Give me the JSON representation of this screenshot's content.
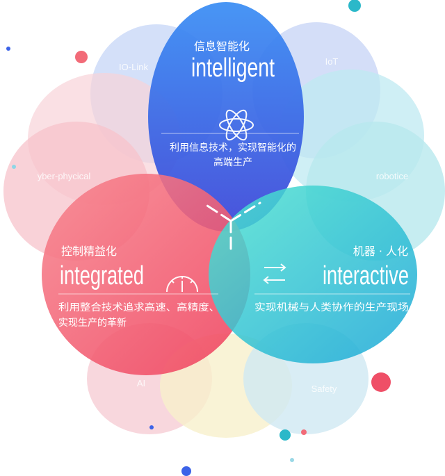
{
  "colors": {
    "intelligent": "#3d5ff0",
    "integrated": "#f35a6e",
    "interactive": "#27c6c8",
    "accent_red": "#f26b78",
    "accent_teal": "#2bb8c9",
    "accent_blue": "#3c63e8"
  },
  "petals": [
    {
      "label": "IO-Link",
      "name": "petal-io-link"
    },
    {
      "label": "IoT",
      "name": "petal-iot"
    },
    {
      "label": "yber-phycical",
      "name": "petal-cyber-physical"
    },
    {
      "label": "robotice",
      "name": "petal-robotics"
    },
    {
      "label": "AI",
      "name": "petal-ai"
    },
    {
      "label": "Safety",
      "name": "petal-safety"
    }
  ],
  "circles": {
    "intelligent": {
      "title_cn": "信息智能化",
      "title_en": "intelligent",
      "desc_line1": "利用信息技术，实现智能化的",
      "desc_line2": "高端生产",
      "icon": "atom-icon"
    },
    "integrated": {
      "title_cn": "控制精益化",
      "title_en": "integrated",
      "desc_line1": "利用整合技术追求高速、高精度、",
      "desc_line2": "实现生产的革新",
      "icon": "gauge-icon"
    },
    "interactive": {
      "title_cn": "机器 · 人化",
      "title_en": "interactive",
      "desc_line1": "实现机械与人类协作的生产现场",
      "icon": "exchange-arrows-icon"
    }
  }
}
